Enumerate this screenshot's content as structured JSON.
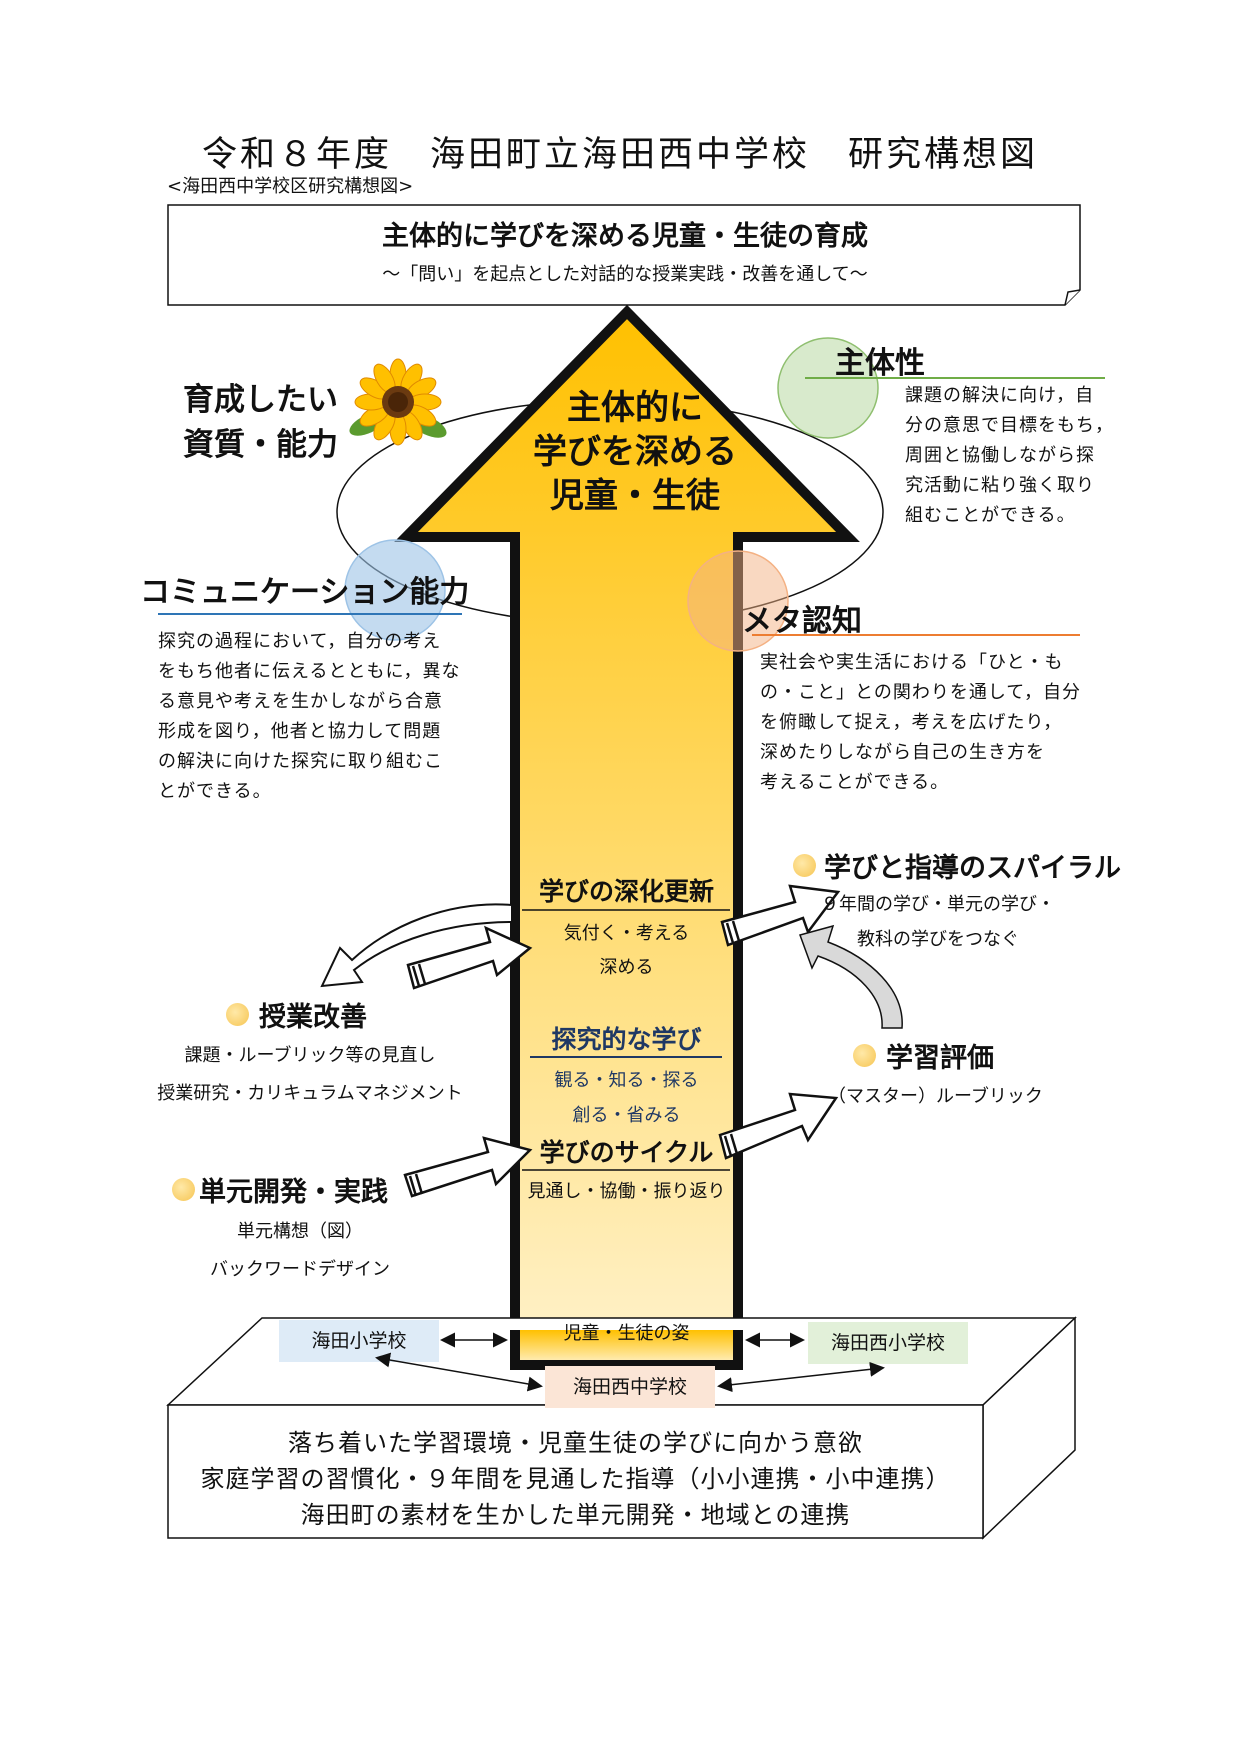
{
  "title": "令和８年度　海田町立海田西中学校　研究構想図",
  "subtitle": "<海田西中学校区研究構想図>",
  "goal": {
    "main": "主体的に学びを深める児童・生徒の育成",
    "sub": "～「問い」を起点とした対話的な授業実践・改善を通して～"
  },
  "competencies": {
    "heading_lines": [
      "育成したい",
      "資質・能力"
    ],
    "arrow_head_lines": [
      "主体的に",
      "学びを深める",
      "児童・生徒"
    ],
    "items": [
      {
        "title": "主体性",
        "lines": [
          "課題の解決に向け，自",
          "分の意思で目標をもち，",
          "周囲と協働しながら探",
          "究活動に粘り強く取り",
          "組むことができる。"
        ],
        "color": "#a9d18e"
      },
      {
        "title": "コミュニケーション能力",
        "lines": [
          "探究の過程において，自分の考え",
          "をもち他者に伝えるとともに，異な",
          "る意見や考えを生かしながら合意",
          "形成を図り，他者と協力して問題",
          "の解決に向けた探究に取り組むこ",
          "とができる。"
        ],
        "color": "#9dc3e6"
      },
      {
        "title": "メタ認知",
        "lines": [
          "実社会や実生活における「ひと・も",
          "の・こと」との関わりを通して，自分",
          "を俯瞰して捉え，考えを広げたり，",
          "深めたりしながら自己の生き方を",
          "考えることができる。"
        ],
        "color": "#f4b183"
      }
    ]
  },
  "arrow_center": {
    "deep_title": "学びの深化更新",
    "deep_lines": [
      "気付く・考える",
      "深める"
    ],
    "inquiry_title": "探究的な学び",
    "inquiry_lines": [
      "観る・知る・探る",
      "創る・省みる"
    ],
    "cycle_title": "学びのサイクル",
    "cycle_line": "見通し・協働・振り返り",
    "base_label": "児童・生徒の姿"
  },
  "side_items": {
    "spiral": {
      "title": "学びと指導のスパイラル",
      "lines": [
        "９年間の学び・単元の学び・",
        "教科の学びをつなぐ"
      ]
    },
    "improvement": {
      "title": "授業改善",
      "lines": [
        "課題・ルーブリック等の見直し",
        "授業研究・カリキュラムマネジメント"
      ]
    },
    "evaluation": {
      "title": "学習評価",
      "lines": [
        "（マスター）ルーブリック"
      ]
    },
    "unit": {
      "title": "単元開発・実践",
      "lines": [
        "単元構想（図）",
        "バックワードデザイン"
      ]
    }
  },
  "schools": {
    "elem1": {
      "name": "海田小学校",
      "color": "#deebf7"
    },
    "elem2": {
      "name": "海田西小学校",
      "color": "#e2f0d9"
    },
    "junior": {
      "name": "海田西中学校",
      "color": "#fbe5d6"
    }
  },
  "foundation_lines": [
    "落ち着いた学習環境・児童生徒の学びに向かう意欲",
    "家庭学習の習慣化・９年間を見通した指導（小小連携・小中連携）",
    "海田町の素材を生かした単元開発・地域との連携"
  ],
  "colors": {
    "arrow_top": "#ffc000",
    "arrow_bottom": "#fff2cc",
    "inquiry_text": "#1f3864"
  }
}
